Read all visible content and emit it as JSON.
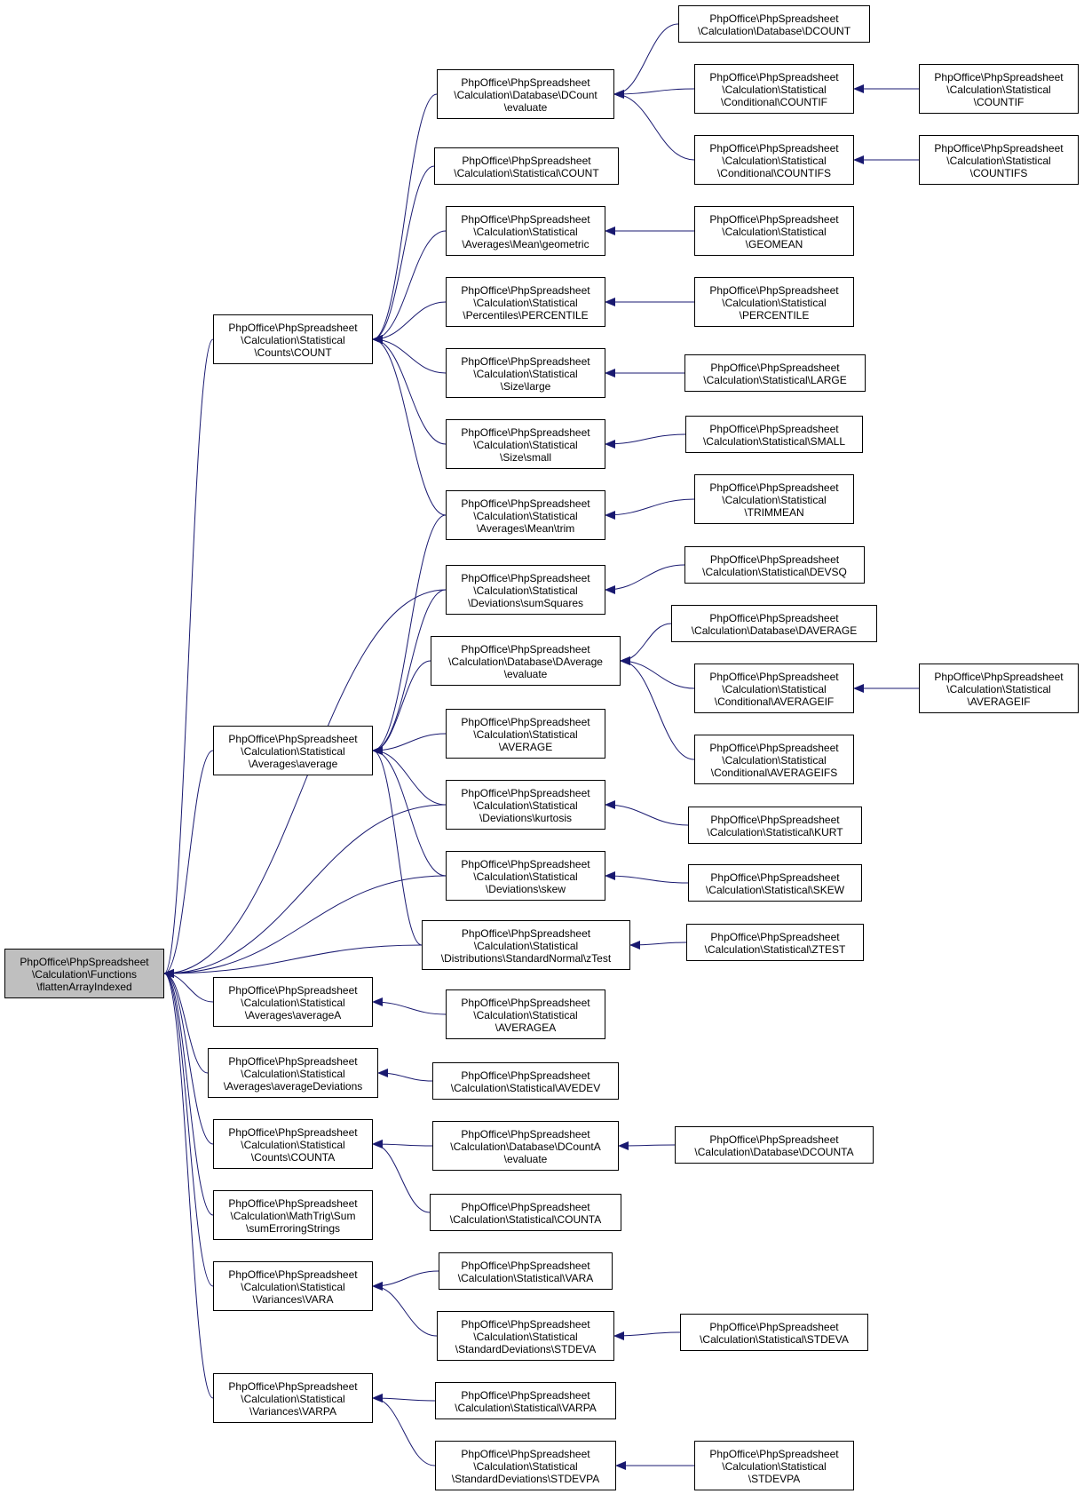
{
  "diagram": {
    "colors": {
      "edge": "#191970",
      "arrow": "#191970",
      "node_border": "#000000",
      "node_fill": "#ffffff",
      "root_fill": "#bfbfbf"
    },
    "nodes": [
      {
        "id": "root",
        "root": true,
        "lines": [
          "PhpOffice\\PhpSpreadsheet",
          "\\Calculation\\Functions",
          "\\flattenArrayIndexed"
        ]
      },
      {
        "id": "countsCount",
        "lines": [
          "PhpOffice\\PhpSpreadsheet",
          "\\Calculation\\Statistical",
          "\\Counts\\COUNT"
        ]
      },
      {
        "id": "avgAverage",
        "lines": [
          "PhpOffice\\PhpSpreadsheet",
          "\\Calculation\\Statistical",
          "\\Averages\\average"
        ]
      },
      {
        "id": "avgAverageA",
        "lines": [
          "PhpOffice\\PhpSpreadsheet",
          "\\Calculation\\Statistical",
          "\\Averages\\averageA"
        ]
      },
      {
        "id": "avgDeviations",
        "lines": [
          "PhpOffice\\PhpSpreadsheet",
          "\\Calculation\\Statistical",
          "\\Averages\\averageDeviations"
        ]
      },
      {
        "id": "countsCountA",
        "lines": [
          "PhpOffice\\PhpSpreadsheet",
          "\\Calculation\\Statistical",
          "\\Counts\\COUNTA"
        ]
      },
      {
        "id": "sumErroring",
        "lines": [
          "PhpOffice\\PhpSpreadsheet",
          "\\Calculation\\MathTrig\\Sum",
          "\\sumErroringStrings"
        ]
      },
      {
        "id": "varVARA",
        "lines": [
          "PhpOffice\\PhpSpreadsheet",
          "\\Calculation\\Statistical",
          "\\Variances\\VARA"
        ]
      },
      {
        "id": "varVARPA",
        "lines": [
          "PhpOffice\\PhpSpreadsheet",
          "\\Calculation\\Statistical",
          "\\Variances\\VARPA"
        ]
      },
      {
        "id": "dcountEval",
        "lines": [
          "PhpOffice\\PhpSpreadsheet",
          "\\Calculation\\Database\\DCount",
          "\\evaluate"
        ]
      },
      {
        "id": "statCOUNT",
        "lines": [
          "PhpOffice\\PhpSpreadsheet",
          "\\Calculation\\Statistical\\COUNT"
        ]
      },
      {
        "id": "meanGeo",
        "lines": [
          "PhpOffice\\PhpSpreadsheet",
          "\\Calculation\\Statistical",
          "\\Averages\\Mean\\geometric"
        ]
      },
      {
        "id": "pctPERCENTILE",
        "lines": [
          "PhpOffice\\PhpSpreadsheet",
          "\\Calculation\\Statistical",
          "\\Percentiles\\PERCENTILE"
        ]
      },
      {
        "id": "sizeLarge",
        "lines": [
          "PhpOffice\\PhpSpreadsheet",
          "\\Calculation\\Statistical",
          "\\Size\\large"
        ]
      },
      {
        "id": "sizeSmall",
        "lines": [
          "PhpOffice\\PhpSpreadsheet",
          "\\Calculation\\Statistical",
          "\\Size\\small"
        ]
      },
      {
        "id": "meanTrim",
        "lines": [
          "PhpOffice\\PhpSpreadsheet",
          "\\Calculation\\Statistical",
          "\\Averages\\Mean\\trim"
        ]
      },
      {
        "id": "devSumSq",
        "lines": [
          "PhpOffice\\PhpSpreadsheet",
          "\\Calculation\\Statistical",
          "\\Deviations\\sumSquares"
        ]
      },
      {
        "id": "daverageEval",
        "lines": [
          "PhpOffice\\PhpSpreadsheet",
          "\\Calculation\\Database\\DAverage",
          "\\evaluate"
        ]
      },
      {
        "id": "statAVERAGE",
        "lines": [
          "PhpOffice\\PhpSpreadsheet",
          "\\Calculation\\Statistical",
          "\\AVERAGE"
        ]
      },
      {
        "id": "devKurtosis",
        "lines": [
          "PhpOffice\\PhpSpreadsheet",
          "\\Calculation\\Statistical",
          "\\Deviations\\kurtosis"
        ]
      },
      {
        "id": "devSkew",
        "lines": [
          "PhpOffice\\PhpSpreadsheet",
          "\\Calculation\\Statistical",
          "\\Deviations\\skew"
        ]
      },
      {
        "id": "distZTest",
        "lines": [
          "PhpOffice\\PhpSpreadsheet",
          "\\Calculation\\Statistical",
          "\\Distributions\\StandardNormal\\zTest"
        ]
      },
      {
        "id": "statAVERAGEA",
        "lines": [
          "PhpOffice\\PhpSpreadsheet",
          "\\Calculation\\Statistical",
          "\\AVERAGEA"
        ]
      },
      {
        "id": "statAVEDEV",
        "lines": [
          "PhpOffice\\PhpSpreadsheet",
          "\\Calculation\\Statistical\\AVEDEV"
        ]
      },
      {
        "id": "dcountaEval",
        "lines": [
          "PhpOffice\\PhpSpreadsheet",
          "\\Calculation\\Database\\DCountA",
          "\\evaluate"
        ]
      },
      {
        "id": "statCOUNTA",
        "lines": [
          "PhpOffice\\PhpSpreadsheet",
          "\\Calculation\\Statistical\\COUNTA"
        ]
      },
      {
        "id": "statVARA",
        "lines": [
          "PhpOffice\\PhpSpreadsheet",
          "\\Calculation\\Statistical\\VARA"
        ]
      },
      {
        "id": "sdSTDEVA",
        "lines": [
          "PhpOffice\\PhpSpreadsheet",
          "\\Calculation\\Statistical",
          "\\StandardDeviations\\STDEVA"
        ]
      },
      {
        "id": "statVARPA",
        "lines": [
          "PhpOffice\\PhpSpreadsheet",
          "\\Calculation\\Statistical\\VARPA"
        ]
      },
      {
        "id": "sdSTDEVPA",
        "lines": [
          "PhpOffice\\PhpSpreadsheet",
          "\\Calculation\\Statistical",
          "\\StandardDeviations\\STDEVPA"
        ]
      },
      {
        "id": "dbDCOUNT",
        "lines": [
          "PhpOffice\\PhpSpreadsheet",
          "\\Calculation\\Database\\DCOUNT"
        ]
      },
      {
        "id": "condCOUNTIF",
        "lines": [
          "PhpOffice\\PhpSpreadsheet",
          "\\Calculation\\Statistical",
          "\\Conditional\\COUNTIF"
        ]
      },
      {
        "id": "condCOUNTIFS",
        "lines": [
          "PhpOffice\\PhpSpreadsheet",
          "\\Calculation\\Statistical",
          "\\Conditional\\COUNTIFS"
        ]
      },
      {
        "id": "statGEOMEAN",
        "lines": [
          "PhpOffice\\PhpSpreadsheet",
          "\\Calculation\\Statistical",
          "\\GEOMEAN"
        ]
      },
      {
        "id": "statPERCENTILE",
        "lines": [
          "PhpOffice\\PhpSpreadsheet",
          "\\Calculation\\Statistical",
          "\\PERCENTILE"
        ]
      },
      {
        "id": "statLARGE",
        "lines": [
          "PhpOffice\\PhpSpreadsheet",
          "\\Calculation\\Statistical\\LARGE"
        ]
      },
      {
        "id": "statSMALL",
        "lines": [
          "PhpOffice\\PhpSpreadsheet",
          "\\Calculation\\Statistical\\SMALL"
        ]
      },
      {
        "id": "statTRIMMEAN",
        "lines": [
          "PhpOffice\\PhpSpreadsheet",
          "\\Calculation\\Statistical",
          "\\TRIMMEAN"
        ]
      },
      {
        "id": "statDEVSQ",
        "lines": [
          "PhpOffice\\PhpSpreadsheet",
          "\\Calculation\\Statistical\\DEVSQ"
        ]
      },
      {
        "id": "dbDAVERAGE",
        "lines": [
          "PhpOffice\\PhpSpreadsheet",
          "\\Calculation\\Database\\DAVERAGE"
        ]
      },
      {
        "id": "condAVERAGEIF",
        "lines": [
          "PhpOffice\\PhpSpreadsheet",
          "\\Calculation\\Statistical",
          "\\Conditional\\AVERAGEIF"
        ]
      },
      {
        "id": "condAVERAGEIFS",
        "lines": [
          "PhpOffice\\PhpSpreadsheet",
          "\\Calculation\\Statistical",
          "\\Conditional\\AVERAGEIFS"
        ]
      },
      {
        "id": "statKURT",
        "lines": [
          "PhpOffice\\PhpSpreadsheet",
          "\\Calculation\\Statistical\\KURT"
        ]
      },
      {
        "id": "statSKEW",
        "lines": [
          "PhpOffice\\PhpSpreadsheet",
          "\\Calculation\\Statistical\\SKEW"
        ]
      },
      {
        "id": "statZTEST",
        "lines": [
          "PhpOffice\\PhpSpreadsheet",
          "\\Calculation\\Statistical\\ZTEST"
        ]
      },
      {
        "id": "dbDCOUNTA",
        "lines": [
          "PhpOffice\\PhpSpreadsheet",
          "\\Calculation\\Database\\DCOUNTA"
        ]
      },
      {
        "id": "statSTDEVA",
        "lines": [
          "PhpOffice\\PhpSpreadsheet",
          "\\Calculation\\Statistical\\STDEVA"
        ]
      },
      {
        "id": "statSTDEVPA",
        "lines": [
          "PhpOffice\\PhpSpreadsheet",
          "\\Calculation\\Statistical",
          "\\STDEVPA"
        ]
      },
      {
        "id": "statCOUNTIF",
        "lines": [
          "PhpOffice\\PhpSpreadsheet",
          "\\Calculation\\Statistical",
          "\\COUNTIF"
        ]
      },
      {
        "id": "statCOUNTIFS",
        "lines": [
          "PhpOffice\\PhpSpreadsheet",
          "\\Calculation\\Statistical",
          "\\COUNTIFS"
        ]
      },
      {
        "id": "statAVERAGEIF",
        "lines": [
          "PhpOffice\\PhpSpreadsheet",
          "\\Calculation\\Statistical",
          "\\AVERAGEIF"
        ]
      }
    ],
    "edges": [
      {
        "from": "countsCount",
        "to": "root"
      },
      {
        "from": "devSumSq",
        "to": "root"
      },
      {
        "from": "avgAverage",
        "to": "root"
      },
      {
        "from": "devKurtosis",
        "to": "root"
      },
      {
        "from": "devSkew",
        "to": "root"
      },
      {
        "from": "distZTest",
        "to": "root"
      },
      {
        "from": "avgAverageA",
        "to": "root"
      },
      {
        "from": "avgDeviations",
        "to": "root"
      },
      {
        "from": "countsCountA",
        "to": "root"
      },
      {
        "from": "sumErroring",
        "to": "root"
      },
      {
        "from": "varVARA",
        "to": "root"
      },
      {
        "from": "varVARPA",
        "to": "root"
      },
      {
        "from": "dcountEval",
        "to": "countsCount"
      },
      {
        "from": "statCOUNT",
        "to": "countsCount"
      },
      {
        "from": "meanGeo",
        "to": "countsCount"
      },
      {
        "from": "pctPERCENTILE",
        "to": "countsCount"
      },
      {
        "from": "sizeLarge",
        "to": "countsCount"
      },
      {
        "from": "sizeSmall",
        "to": "countsCount"
      },
      {
        "from": "meanTrim",
        "to": "countsCount"
      },
      {
        "from": "meanTrim",
        "to": "avgAverage"
      },
      {
        "from": "devSumSq",
        "to": "avgAverage"
      },
      {
        "from": "daverageEval",
        "to": "avgAverage"
      },
      {
        "from": "statAVERAGE",
        "to": "avgAverage"
      },
      {
        "from": "devKurtosis",
        "to": "avgAverage"
      },
      {
        "from": "devSkew",
        "to": "avgAverage"
      },
      {
        "from": "distZTest",
        "to": "avgAverage"
      },
      {
        "from": "statAVERAGEA",
        "to": "avgAverageA"
      },
      {
        "from": "statAVEDEV",
        "to": "avgDeviations"
      },
      {
        "from": "dcountaEval",
        "to": "countsCountA"
      },
      {
        "from": "statCOUNTA",
        "to": "countsCountA"
      },
      {
        "from": "statVARA",
        "to": "varVARA"
      },
      {
        "from": "sdSTDEVA",
        "to": "varVARA"
      },
      {
        "from": "statVARPA",
        "to": "varVARPA"
      },
      {
        "from": "sdSTDEVPA",
        "to": "varVARPA"
      },
      {
        "from": "dbDCOUNT",
        "to": "dcountEval"
      },
      {
        "from": "condCOUNTIF",
        "to": "dcountEval"
      },
      {
        "from": "condCOUNTIFS",
        "to": "dcountEval"
      },
      {
        "from": "statCOUNTIF",
        "to": "condCOUNTIF"
      },
      {
        "from": "statCOUNTIFS",
        "to": "condCOUNTIFS"
      },
      {
        "from": "statGEOMEAN",
        "to": "meanGeo"
      },
      {
        "from": "statPERCENTILE",
        "to": "pctPERCENTILE"
      },
      {
        "from": "statLARGE",
        "to": "sizeLarge"
      },
      {
        "from": "statSMALL",
        "to": "sizeSmall"
      },
      {
        "from": "statTRIMMEAN",
        "to": "meanTrim"
      },
      {
        "from": "statDEVSQ",
        "to": "devSumSq"
      },
      {
        "from": "dbDAVERAGE",
        "to": "daverageEval"
      },
      {
        "from": "condAVERAGEIF",
        "to": "daverageEval"
      },
      {
        "from": "condAVERAGEIFS",
        "to": "daverageEval"
      },
      {
        "from": "statAVERAGEIF",
        "to": "condAVERAGEIF"
      },
      {
        "from": "statKURT",
        "to": "devKurtosis"
      },
      {
        "from": "statSKEW",
        "to": "devSkew"
      },
      {
        "from": "statZTEST",
        "to": "distZTest"
      },
      {
        "from": "dbDCOUNTA",
        "to": "dcountaEval"
      },
      {
        "from": "statSTDEVA",
        "to": "sdSTDEVA"
      },
      {
        "from": "statSTDEVPA",
        "to": "sdSTDEVPA"
      }
    ]
  }
}
